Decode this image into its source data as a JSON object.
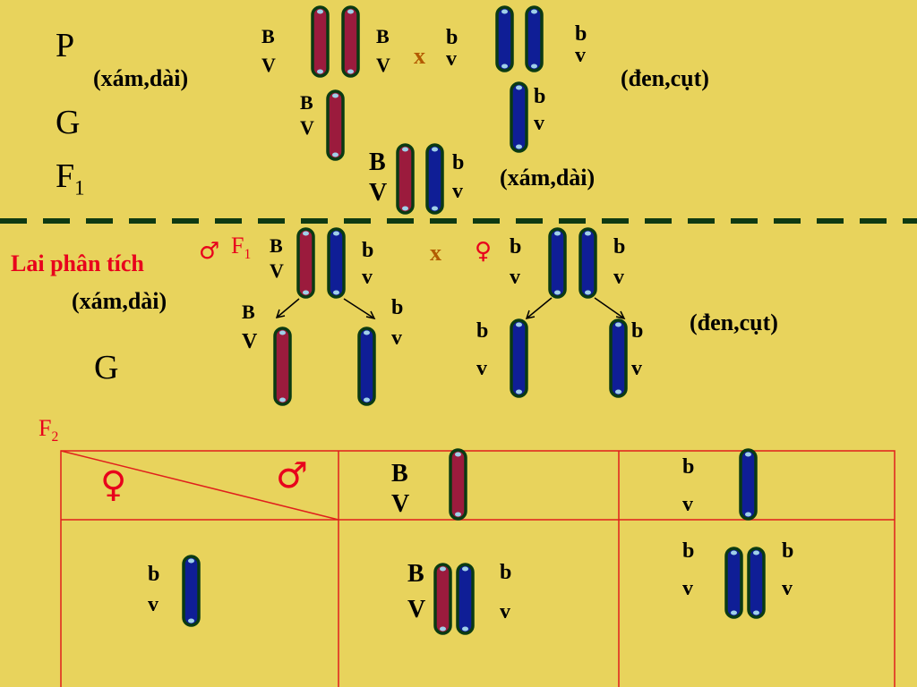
{
  "parental": {
    "label": "P",
    "female_phenotype": "(xám,dài)",
    "male_phenotype": "(đen,cụt)",
    "cross_symbol": "x",
    "alleles": {
      "dominant_top": "B",
      "dominant_bottom": "V",
      "recessive_top": "b",
      "recessive_bottom": "v"
    }
  },
  "gametes_label": "G",
  "f1": {
    "label": "F",
    "sub": "1",
    "phenotype": "(xám,dài)"
  },
  "test_cross": {
    "title": "Lai phân tích",
    "male_symbol": "♂",
    "female_symbol": "♀",
    "f1_label": "F",
    "f1_sub": "1",
    "cross_symbol": "x",
    "left_phenotype": "(xám,dài)",
    "right_phenotype": "(đen,cụt)",
    "gametes_label": "G"
  },
  "f2": {
    "label": "F",
    "sub": "2",
    "header_female": "♀",
    "header_male": "♂"
  },
  "colors": {
    "background": "#e8d35c",
    "chromosome_red": "#9b1b3d",
    "chromosome_blue": "#0f1e96",
    "chromosome_outline": "#0a3a12",
    "divider": "#0f3a12",
    "table_lines": "#e0201c",
    "title_red": "#e8001c"
  }
}
